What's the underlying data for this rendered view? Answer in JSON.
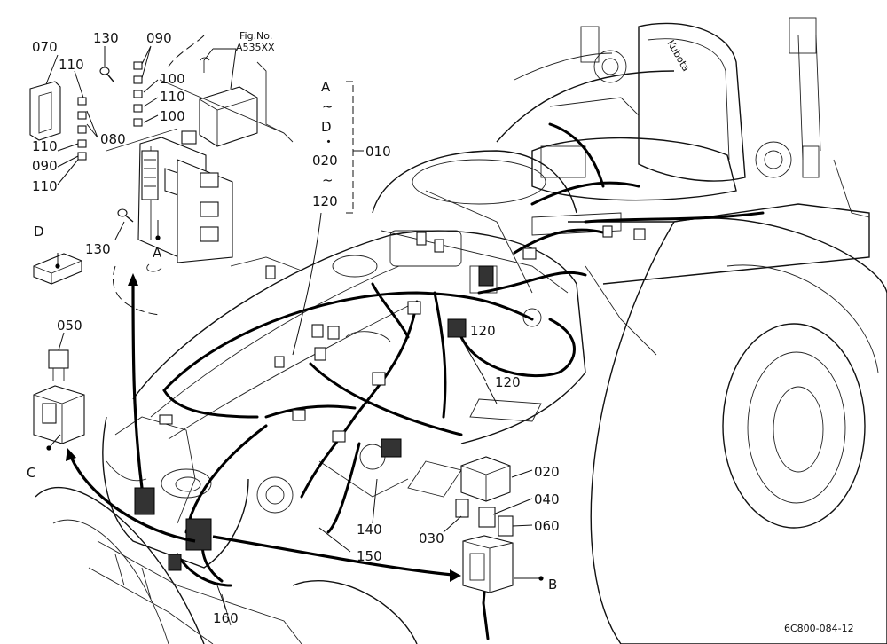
{
  "figure_ref": {
    "line1": "Fig.No.",
    "line2": "A535XX"
  },
  "drawing_number": "6C800-084-12",
  "bracket_text": {
    "a": "A",
    "tilde1": "~",
    "d": "D",
    "dot": "・",
    "n020": "020",
    "tilde2": "~",
    "n120": "120",
    "n010": "010"
  },
  "detail_letters": {
    "A": "A",
    "B": "B",
    "C": "C",
    "D": "D"
  },
  "parts": {
    "p070": "070",
    "p130a": "130",
    "p090a": "090",
    "p110a": "110",
    "p100a": "100",
    "p110b": "110",
    "p100b": "100",
    "p080": "080",
    "p110c": "110",
    "p090b": "090",
    "p110d": "110",
    "p130b": "130",
    "p050": "050",
    "p120a": "120",
    "p120b": "120",
    "p020": "020",
    "p040": "040",
    "p030": "030",
    "p060": "060",
    "p140": "140",
    "p150": "150",
    "p160": "160"
  },
  "brand_mark": "Kubota"
}
